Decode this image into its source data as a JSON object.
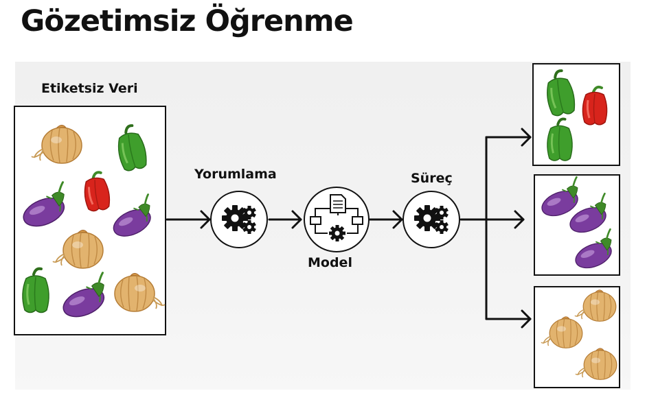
{
  "title": "Gözetimsiz Öğrenme",
  "labels": {
    "input": "Etiketsiz Veri",
    "interpret": "Yorumlama",
    "model": "Model",
    "process": "Süreç"
  },
  "icons": {
    "vegetables": [
      "onion-icon",
      "green-pepper-icon",
      "red-pepper-icon",
      "eggplant-icon"
    ],
    "stages": [
      "gears-icon",
      "model-flowchart-icon",
      "gears-icon"
    ]
  },
  "colors": {
    "onion": "#e2b36e",
    "green_pepper": "#3f9e2c",
    "red_pepper": "#d8241c",
    "eggplant": "#7a3c9e",
    "stem": "#3f8a28"
  }
}
